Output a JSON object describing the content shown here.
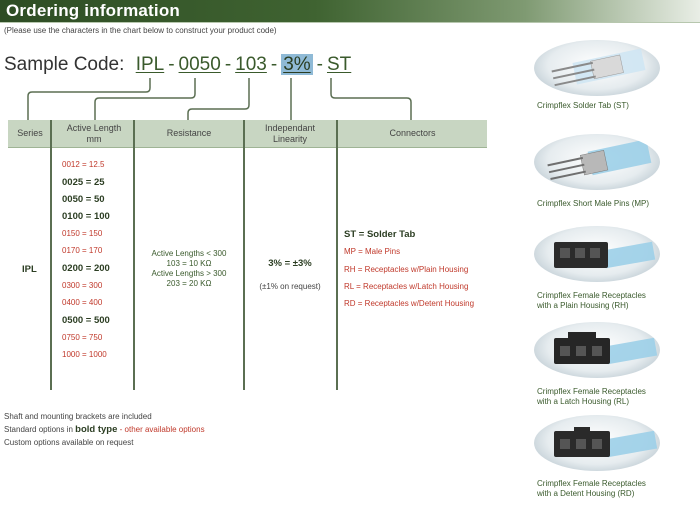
{
  "header": {
    "title": "Ordering information",
    "instruction": "(Please use the characters in the chart below to construct your product code)"
  },
  "sample_code": {
    "label": "Sample Code:",
    "segments": [
      "IPL",
      "0050",
      "103",
      "3%",
      "ST"
    ],
    "separator": "-",
    "highlighted_segment": "3%",
    "highlight_color": "#8fbad6"
  },
  "table": {
    "headers": {
      "series": "Series",
      "active_length": "Active Length mm",
      "resistance": "Resistance",
      "linearity": "Independant Linearity",
      "connectors": "Connectors"
    },
    "series_value": "IPL",
    "active_lengths": [
      {
        "text": "0012 = 12.5",
        "standard": false
      },
      {
        "text": "0025 = 25",
        "standard": true
      },
      {
        "text": "0050 = 50",
        "standard": true
      },
      {
        "text": "0100 = 100",
        "standard": true
      },
      {
        "text": "0150 = 150",
        "standard": false
      },
      {
        "text": "0170 = 170",
        "standard": false
      },
      {
        "text": "0200 = 200",
        "standard": true
      },
      {
        "text": "0300 = 300",
        "standard": false
      },
      {
        "text": "0400 = 400",
        "standard": false
      },
      {
        "text": "0500 = 500",
        "standard": true
      },
      {
        "text": "0750 = 750",
        "standard": false
      },
      {
        "text": "1000 = 1000",
        "standard": false
      }
    ],
    "resistance_lines": [
      "Active Lengths < 300",
      "103 = 10 KΩ",
      "Active Lengths > 300",
      "203 = 20 KΩ"
    ],
    "linearity_value": "3% = ±3%",
    "linearity_note": "(±1% on request)",
    "connectors": [
      {
        "text": "ST = Solder Tab",
        "standard": true
      },
      {
        "text": "MP = Male Pins",
        "standard": false
      },
      {
        "text": "RH = Receptacles w/Plain Housing",
        "standard": false
      },
      {
        "text": "RL = Receptacles w/Latch Housing",
        "standard": false
      },
      {
        "text": "RD = Receptacles w/Detent Housing",
        "standard": false
      }
    ]
  },
  "footnotes": {
    "line1": "Shaft and mounting brackets are included",
    "line2_prefix": "Standard options in ",
    "line2_bold": "bold type",
    "line2_suffix": " - other available options",
    "line3": "Custom options available on request"
  },
  "photos": [
    {
      "caption_lines": [
        "Crimpflex Solder Tab (ST)"
      ],
      "icon": "solder-tab-icon"
    },
    {
      "caption_lines": [
        "Crimpflex Short Male Pins (MP)"
      ],
      "icon": "male-pins-icon"
    },
    {
      "caption_lines": [
        "Crimpflex Female Receptacles",
        "with a Plain Housing (RH)"
      ],
      "icon": "plain-housing-icon"
    },
    {
      "caption_lines": [
        "Crimpflex Female Receptacles",
        "with a Latch Housing (RL)"
      ],
      "icon": "latch-housing-icon"
    },
    {
      "caption_lines": [
        "Crimpflex Female Receptacles",
        "with a Detent Housing (RD)"
      ],
      "icon": "detent-housing-icon"
    }
  ],
  "colors": {
    "header_green": "#3f6331",
    "standard_text": "#2c3e23",
    "option_red": "#c0392b",
    "table_header": "#c8d6c2"
  }
}
